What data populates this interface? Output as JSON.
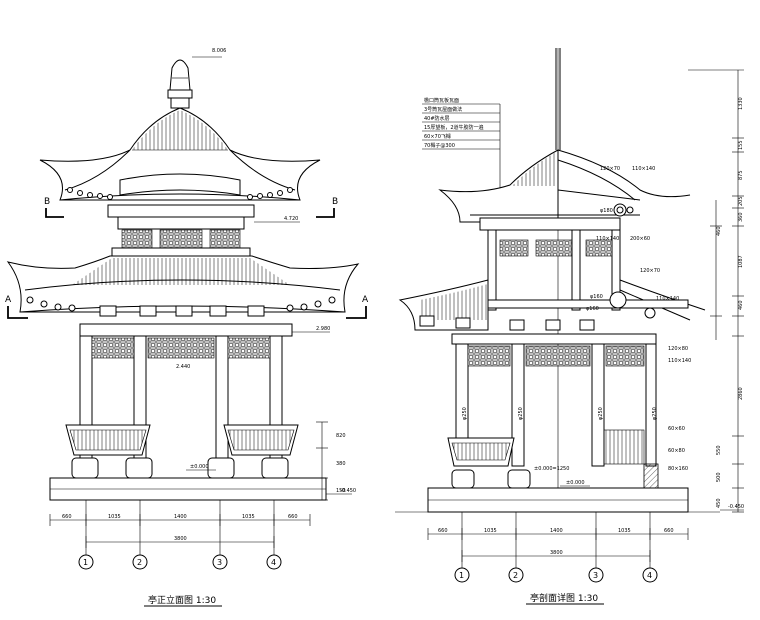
{
  "left_view": {
    "title": "亭正立面图 1:30",
    "top_elev": "8.006",
    "elev_upper": "4.720",
    "elev_eave": "2.980",
    "elev_beam": "2.440",
    "elev_zero": "±0.000",
    "elev_base": "-0.450",
    "section_b_left": "B",
    "section_b_right": "B",
    "section_a_left": "A",
    "section_a_right": "A",
    "dims_bottom": [
      "660",
      "1035",
      "1400",
      "1035",
      "660"
    ],
    "dim_total": "3800",
    "right_dims": [
      "820",
      "380",
      "150"
    ],
    "axes": [
      "1",
      "2",
      "3",
      "4"
    ]
  },
  "right_view": {
    "title": "亭剖面详图 1:30",
    "notes": [
      "檐口筒瓦板瓦面",
      "3号筒瓦屋面做法",
      "40#防水层",
      "15厚望板，2道牛胶防一遍",
      "60×70飞橼",
      "70橼子@300"
    ],
    "member_labels": [
      "120×70",
      "110×140",
      "110×140",
      "200×60",
      "120×70",
      "110×140",
      "120×80",
      "110×140",
      "60×60",
      "60×80",
      "80×160"
    ],
    "dia_labels": [
      "φ250",
      "φ250",
      "φ250",
      "φ250",
      "φ160",
      "φ160",
      "φ180"
    ],
    "elev_zero": "±0.000",
    "elev_mid": "±0.000=1250",
    "elev_base": "-0.450",
    "vert_dims": [
      "1330",
      "155",
      "875",
      "205",
      "360",
      "1087",
      "460",
      "460",
      "2860",
      "550",
      "500",
      "450"
    ],
    "dims_bottom": [
      "660",
      "1035",
      "1400",
      "1035",
      "660"
    ],
    "dim_total": "3800",
    "axes": [
      "1",
      "2",
      "3",
      "4"
    ]
  }
}
